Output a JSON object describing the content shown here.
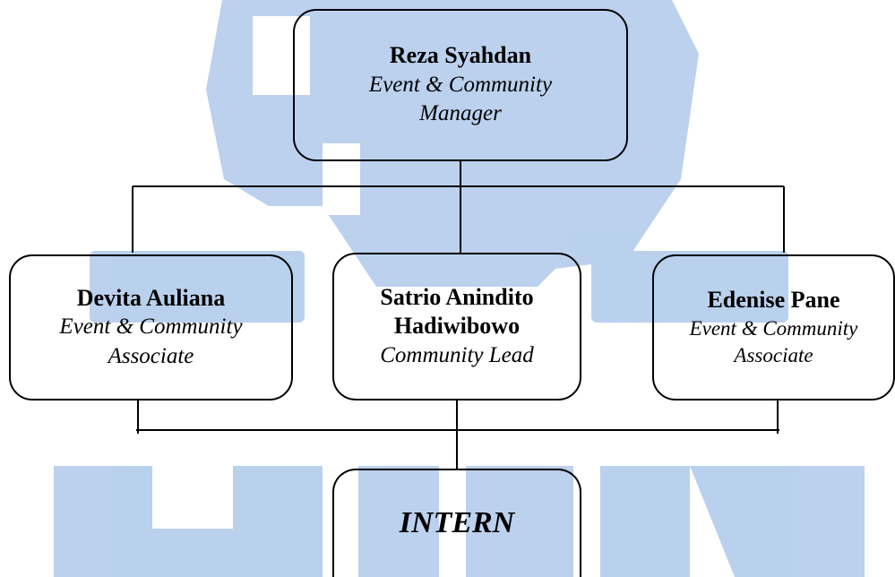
{
  "watermark": {
    "color": "#8db3e2",
    "logo_text": "UMN"
  },
  "chart": {
    "manager": {
      "name": "Reza Syahdan",
      "role_lines": [
        "Event & Community",
        "Manager"
      ]
    },
    "staff": [
      {
        "name_lines": [
          "Devita Auliana"
        ],
        "role_lines": [
          "Event & Community",
          "Associate"
        ]
      },
      {
        "name_lines": [
          "Satrio Anindito",
          "Hadiwibowo"
        ],
        "role_lines": [
          "Community Lead"
        ]
      },
      {
        "name_lines": [
          "Edenise Pane"
        ],
        "role_lines": [
          "Event & Community",
          "Associate"
        ]
      }
    ],
    "intern": {
      "name": "INTERN"
    }
  }
}
